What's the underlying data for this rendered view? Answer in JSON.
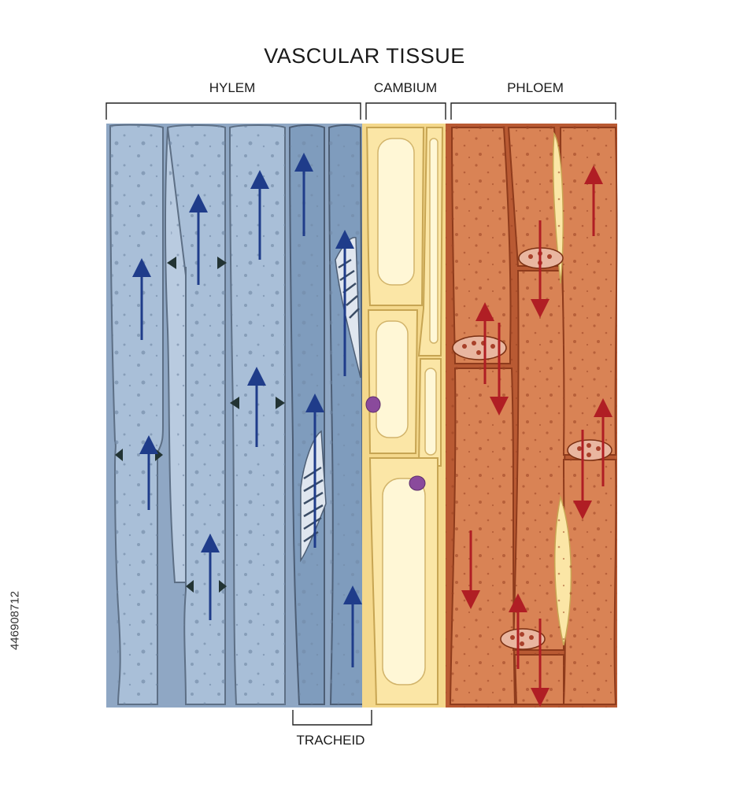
{
  "title": "VASCULAR TISSUE",
  "labels": {
    "xylem": "HYLEM",
    "cambium": "CAMBIUM",
    "phloem": "PHLOEM",
    "tracheid": "TRACHEID"
  },
  "stock_id": "446908712",
  "colors": {
    "xylem_fill": "#a9bfd8",
    "xylem_dark": "#7f9cbd",
    "xylem_outline": "#5d6f85",
    "cambium_fill": "#fbe6a6",
    "cambium_light": "#fff7d6",
    "phloem_fill": "#c96a40",
    "phloem_light": "#d98355",
    "nucleus": "#8a4a9c",
    "xylem_arrow": "#1f3c8a",
    "phloem_arrow": "#b01e24"
  }
}
